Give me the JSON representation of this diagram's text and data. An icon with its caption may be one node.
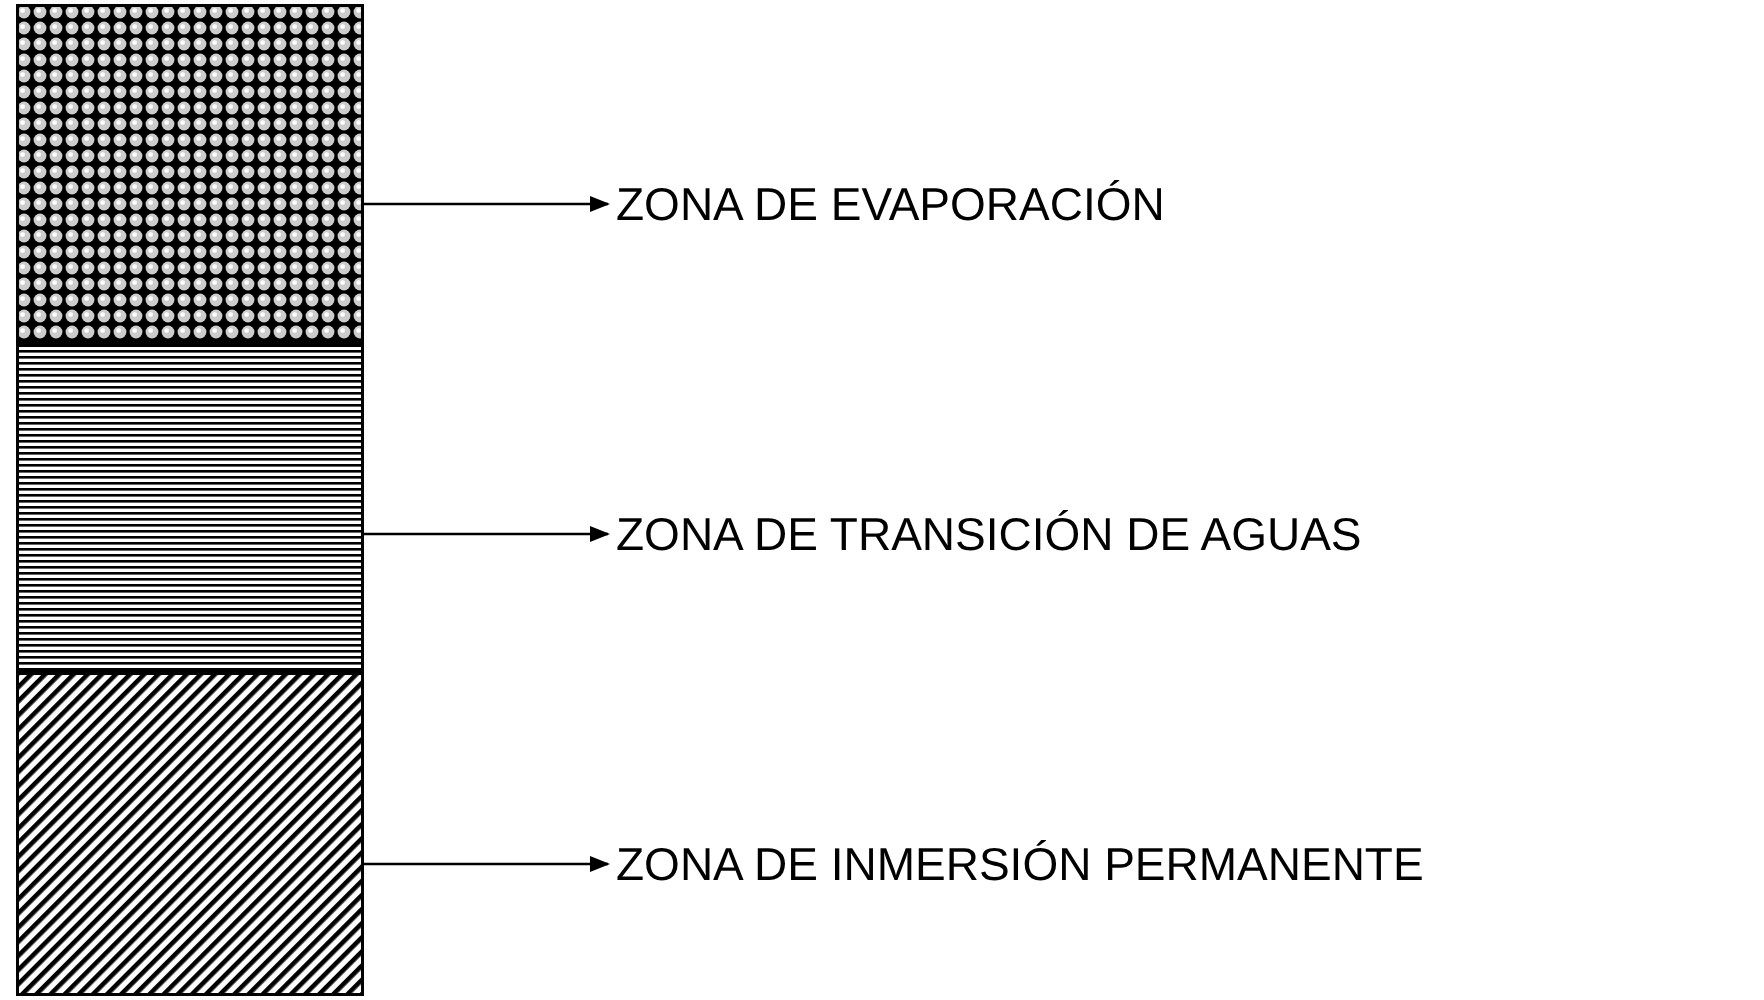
{
  "diagram": {
    "nodes": [
      {
        "text": [],
        "shape": "box"
      },
      {
        "text": [
          "ZONA DE EVAPORACIÓN"
        ]
      },
      {
        "text": [],
        "shape": "box"
      },
      {
        "text": [
          "ZONA DE TRANSICIÓN DE AGUAS"
        ]
      },
      {
        "text": [],
        "shape": "box"
      },
      {
        "text": [
          "ZONA DE INMERSIÓN PERMANENTE"
        ]
      }
    ],
    "edges": [
      {
        "from": 0,
        "to": 1,
        "arrow": "to"
      },
      {
        "from": 2,
        "to": 3,
        "arrow": "to"
      },
      {
        "from": 4,
        "to": 5,
        "arrow": "to"
      }
    ]
  }
}
